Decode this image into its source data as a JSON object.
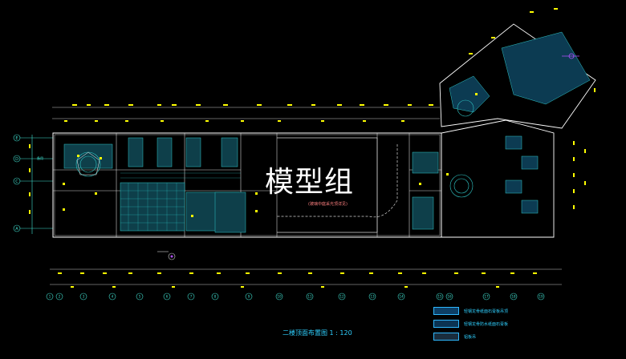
{
  "drawing": {
    "watermark_text": "模型组",
    "title": "二楼顶面布置图 1 : 120",
    "center_note": "(玻璃中庭采光顶详见)",
    "side_label": "备用",
    "legend": [
      {
        "label": "轻钢龙骨纸面石膏板吊顶",
        "swatch": "#0d3f66"
      },
      {
        "label": "轻钢龙骨防水纸面石膏板",
        "swatch": "#0b3352"
      },
      {
        "label": "铝板吊",
        "swatch": "#1a2d3d"
      }
    ],
    "grid_numbers": [
      "1",
      "2",
      "3",
      "4",
      "5",
      "6",
      "7",
      "8",
      "9",
      "10",
      "11",
      "12",
      "13",
      "14",
      "15",
      "16",
      "17",
      "18",
      "19"
    ],
    "grid_letters": [
      "E",
      "D",
      "C",
      "A"
    ],
    "colors": {
      "background": "#000000",
      "walls": "#ffffff",
      "dimension": "#ffff00",
      "ceiling_grid": "#30c8c8",
      "accent": "#b050ff"
    }
  }
}
